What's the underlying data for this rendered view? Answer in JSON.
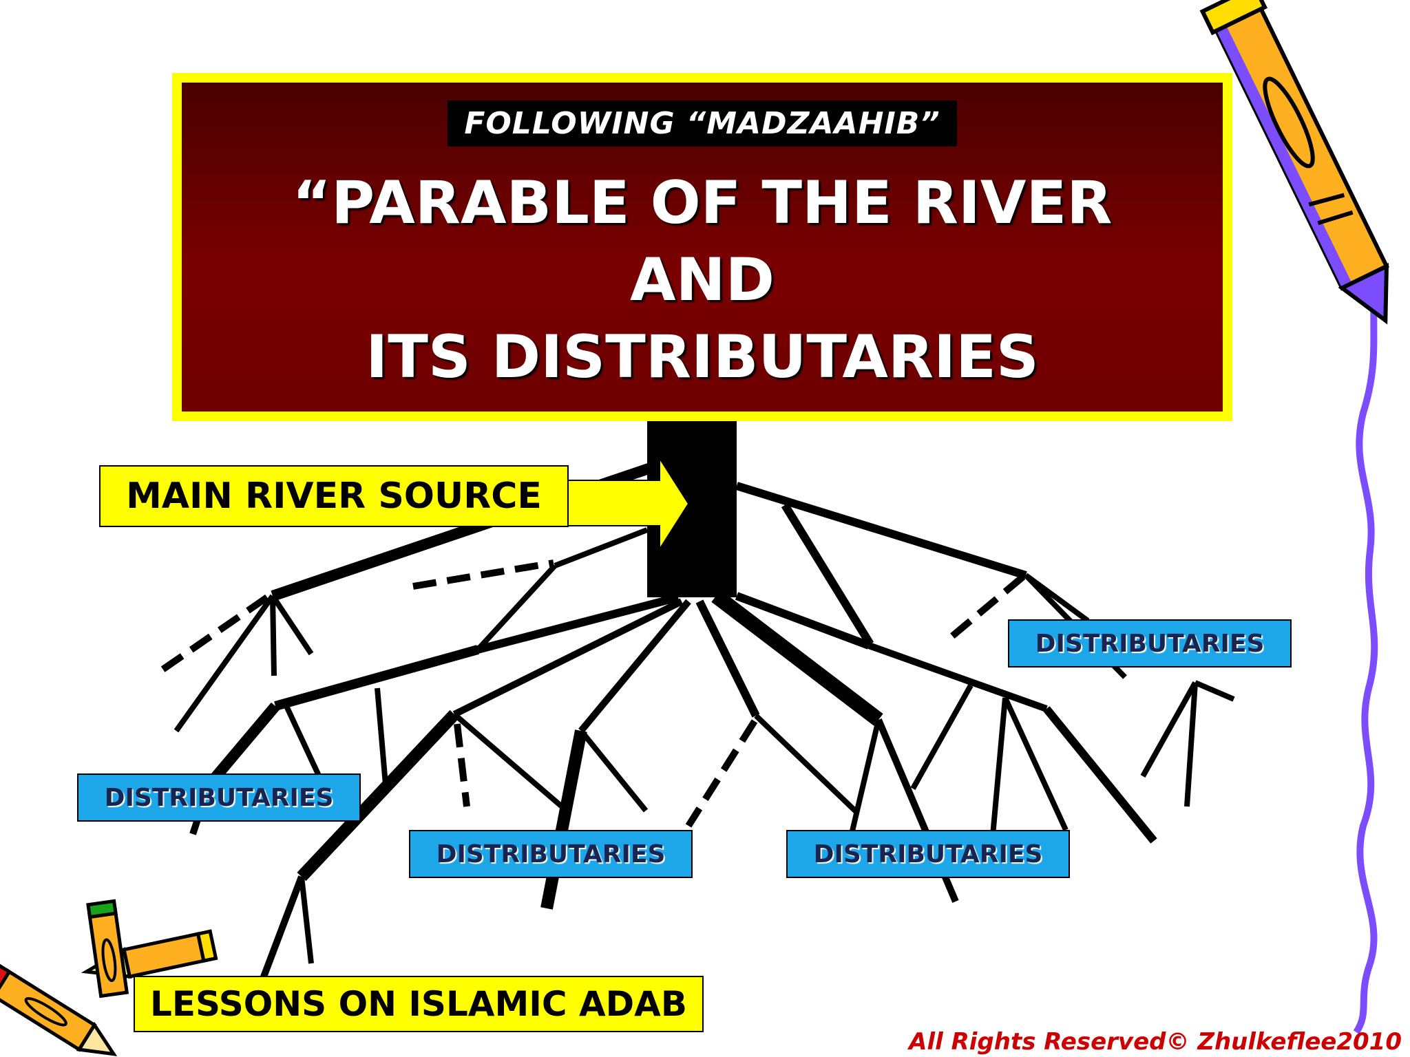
{
  "header": {
    "subtitle": "FOLLOWING “MADZAAHIB”",
    "title": "“PARABLE OF THE RIVER\nAND\nITS DISTRIBUTARIES"
  },
  "labels": {
    "main_source": "MAIN RIVER SOURCE",
    "distributaries": [
      "DISTRIBUTARIES",
      "DISTRIBUTARIES",
      "DISTRIBUTARIES",
      "DISTRIBUTARIES"
    ],
    "lessons": "LESSONS ON ISLAMIC ADAB"
  },
  "footer": {
    "copyright": "All Rights Reserved© Zhulkeflee2010"
  },
  "colors": {
    "board_border": "#ffff00",
    "board_fill": "#6e0000",
    "label_yellow": "#ffff00",
    "label_blue": "#1ea7e8",
    "river": "#000000",
    "squiggle": "#7b4dff",
    "copyright": "#cc0000"
  },
  "icons": [
    "pencil-icon",
    "pencil-group-icon"
  ]
}
